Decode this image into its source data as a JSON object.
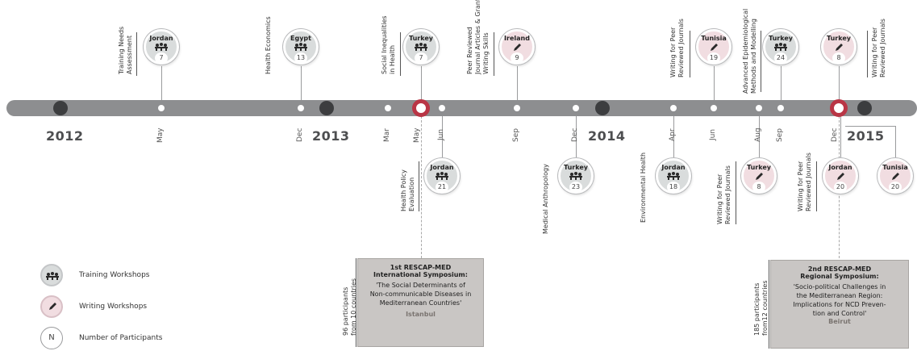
{
  "years": [
    "2012",
    "2013",
    "2014",
    "2015"
  ],
  "months": {
    "may_2012": "May",
    "dec_2012": "Dec",
    "mar_2013": "Mar",
    "may_2013": "May",
    "jun_2013": "Jun",
    "sep_2013": "Sep",
    "dec_2013": "Dec",
    "apr_2014": "Apr",
    "jun_2014": "Jun",
    "aug_2014": "Aug",
    "sep_2014": "Sep",
    "dec_2014": "Dec"
  },
  "events": [
    {
      "id": "jordan-2012",
      "country": "Jordan",
      "type": "training",
      "participants": "7",
      "topic": [
        "Training Needs",
        "Assessment"
      ]
    },
    {
      "id": "egypt-2012",
      "country": "Egypt",
      "type": "training",
      "participants": "13",
      "topic": [
        "Health Economics"
      ]
    },
    {
      "id": "turkey-2013-may",
      "country": "Turkey",
      "type": "training",
      "participants": "7",
      "topic": [
        "Social Inequalities",
        "in Health"
      ]
    },
    {
      "id": "jordan-2013-jun",
      "country": "Jordan",
      "type": "training",
      "participants": "21",
      "topic": [
        "Health Policy",
        "Evaluation"
      ]
    },
    {
      "id": "ireland-2013",
      "country": "Ireland",
      "type": "writing",
      "participants": "9",
      "topic": [
        "Peer Reviewed",
        "Journal Articles & Grant",
        "Writing Skills"
      ]
    },
    {
      "id": "turkey-2013-dec",
      "country": "Turkey",
      "type": "training",
      "participants": "23",
      "topic": [
        "Medical Anthropology"
      ]
    },
    {
      "id": "jordan-2014-apr",
      "country": "Jordan",
      "type": "training",
      "participants": "18",
      "topic": [
        "Environmental Health"
      ]
    },
    {
      "id": "tunisia-2014-jun",
      "country": "Tunisia",
      "type": "writing",
      "participants": "19",
      "topic": [
        "Writing for Peer",
        "Reviewed Journals"
      ]
    },
    {
      "id": "turkey-2014-aug",
      "country": "Turkey",
      "type": "writing",
      "participants": "8",
      "topic": [
        "Writing for Peer",
        "Reviewed Journals"
      ]
    },
    {
      "id": "turkey-2014-sep",
      "country": "Turkey",
      "type": "training",
      "participants": "24",
      "topic": [
        "Advanced Epidemiological",
        "Methods and Modelling"
      ]
    },
    {
      "id": "turkey-2014-dec",
      "country": "Turkey",
      "type": "writing",
      "participants": "8",
      "topic": [
        "Writing for Peer",
        "Reviewed Journals"
      ]
    },
    {
      "id": "jordan-2014-dec",
      "country": "Jordan",
      "type": "writing",
      "participants": "20",
      "topic": [
        "Writing for Peer",
        "Reviewed Journals"
      ]
    },
    {
      "id": "tunisia-2015",
      "country": "Tunisia",
      "type": "writing",
      "participants": "20",
      "topic": []
    }
  ],
  "legend": {
    "training": "Training Workshops",
    "writing": "Writing Workshops",
    "number_symbol": "N",
    "number": "Number of Participants"
  },
  "symposium1": {
    "line1": "1st RESCAP-MED",
    "line2": "International Symposium:",
    "desc": [
      "'The Social Determinants of",
      "Non-communicable Diseases in",
      "Mediterranean Countries'"
    ],
    "city": "Istanbul",
    "participants": [
      "96 participants",
      "from 10 countries"
    ]
  },
  "symposium2": {
    "line1": "2nd RESCAP-MED",
    "line2": "Regional Symposium:",
    "desc": [
      "'Socio-political Challenges in",
      "the Mediterranean Region:",
      "Implications for NCD Preven-",
      "tion and Control'"
    ],
    "city": "Beirut",
    "participants": [
      "185 participants",
      "from12 countries"
    ]
  },
  "colors": {
    "timeline": "#8d8e90",
    "year_dot": "#3c3d3f",
    "symposium_ring": "#b93545",
    "training_fill": "#d9dcdc",
    "writing_fill": "#f1dde1",
    "symposium_box": "#c9c6c4"
  }
}
